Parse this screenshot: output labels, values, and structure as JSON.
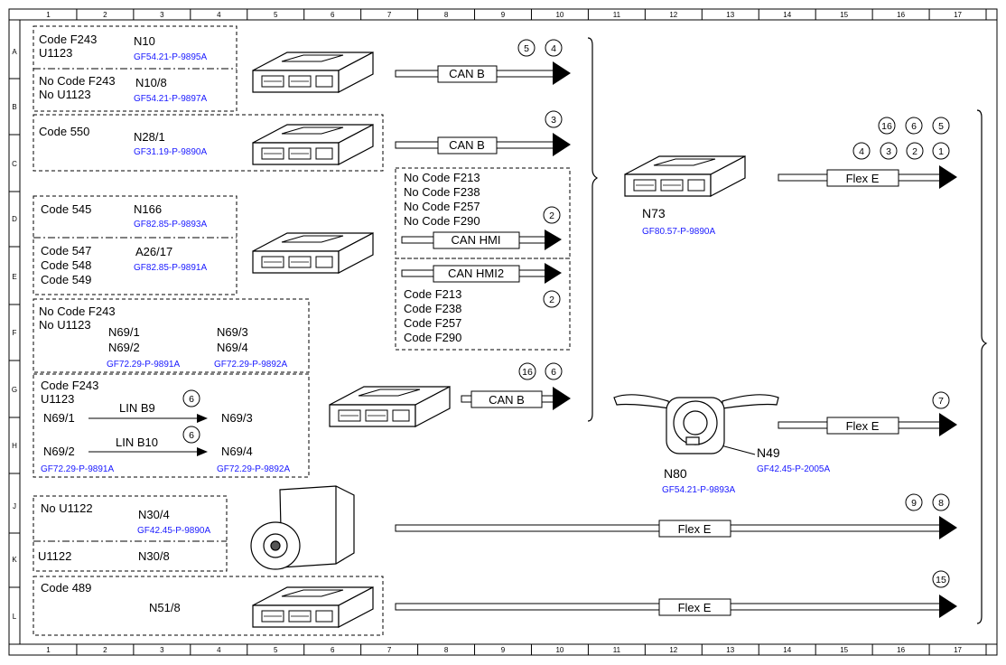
{
  "axis": {
    "cols": [
      "1",
      "2",
      "3",
      "4",
      "5",
      "6",
      "7",
      "8",
      "9",
      "10",
      "11",
      "12",
      "13",
      "14",
      "15",
      "16",
      "17"
    ],
    "rows": [
      "A",
      "B",
      "C",
      "D",
      "E",
      "F",
      "G",
      "H",
      "J",
      "K",
      "L"
    ]
  },
  "groups": {
    "a1": {
      "cond": [
        "Code F243",
        "U1123"
      ],
      "id": "N10",
      "ref": "GF54.21-P-9895A"
    },
    "a2": {
      "cond": [
        "No Code F243",
        "No U1123"
      ],
      "id": "N10/8",
      "ref": "GF54.21-P-9897A"
    },
    "b": {
      "cond": [
        "Code 550"
      ],
      "id": "N28/1",
      "ref": "GF31.19-P-9890A"
    },
    "d1": {
      "cond": [
        "Code 545"
      ],
      "id": "N166",
      "ref": "GF82.85-P-9893A"
    },
    "d2": {
      "cond": [
        "Code 547",
        "Code 548",
        "Code 549"
      ],
      "id": "A26/17",
      "ref": "GF82.85-P-9891A"
    },
    "f": {
      "cond": [
        "No Code F243",
        "No U1123"
      ],
      "ids": [
        "N69/1",
        "N69/2",
        "N69/3",
        "N69/4"
      ],
      "refs": [
        "GF72.29-P-9891A",
        "GF72.29-P-9892A"
      ]
    },
    "g": {
      "cond": [
        "Code F243",
        "U1123"
      ],
      "from1": "N69/1",
      "to1": "N69/3",
      "lin1": "LIN B9",
      "from2": "N69/2",
      "to2": "N69/4",
      "lin2": "LIN B10",
      "num1": "6",
      "num2": "6",
      "refs": [
        "GF72.29-P-9891A",
        "GF72.29-P-9892A"
      ]
    },
    "j1": {
      "cond": [
        "No U1122"
      ],
      "id": "N30/4",
      "ref": "GF42.45-P-9890A"
    },
    "j2": {
      "cond": [
        "U1122"
      ],
      "id": "N30/8"
    },
    "l": {
      "cond": [
        "Code 489"
      ],
      "id": "N51/8"
    }
  },
  "hmi": {
    "top_cond": [
      "No Code F213",
      "No Code F238",
      "No Code F257",
      "No Code F290"
    ],
    "top_bus": "CAN HMI",
    "top_num": "2",
    "bot_bus": "CAN HMI2",
    "bot_num": "2",
    "bot_cond": [
      "Code F213",
      "Code F238",
      "Code F257",
      "Code F290"
    ]
  },
  "buses": {
    "a": {
      "label": "CAN B",
      "nums": [
        "5",
        "4"
      ]
    },
    "b": {
      "label": "CAN B",
      "nums": [
        "3"
      ]
    },
    "g": {
      "label": "CAN B",
      "nums": [
        "16",
        "6"
      ]
    },
    "n73": {
      "label": "Flex E",
      "nums_top": [
        "16",
        "6",
        "5"
      ],
      "nums_bot": [
        "4",
        "3",
        "2",
        "1"
      ]
    },
    "n80": {
      "label": "Flex E",
      "nums": [
        "7"
      ]
    },
    "j": {
      "label": "Flex E",
      "nums": [
        "9",
        "8"
      ]
    },
    "l": {
      "label": "Flex E",
      "nums": [
        "15"
      ]
    }
  },
  "central": {
    "id": "N73",
    "ref": "GF80.57-P-9890A"
  },
  "steering": {
    "id": "N80",
    "ref": "GF54.21-P-9893A",
    "sensor": "N49",
    "sensor_ref": "GF42.45-P-2005A"
  }
}
